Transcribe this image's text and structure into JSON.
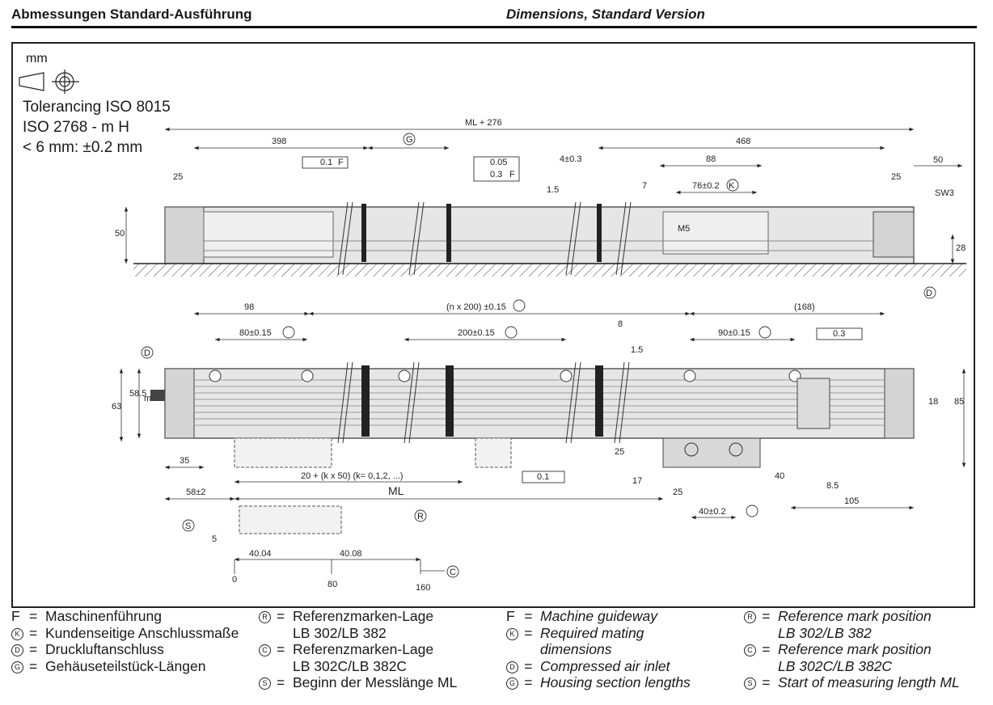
{
  "header": {
    "title_de": "Abmessungen Standard-Ausführung",
    "title_en": "Dimensions, Standard Version"
  },
  "tolerance": {
    "unit": "mm",
    "line1": "Tolerancing ISO 8015",
    "line2": "ISO 2768 - m H",
    "line3": "< 6 mm: ±0.2 mm"
  },
  "dims": {
    "ml276": "ML + 276",
    "d398": "398",
    "g": "G",
    "d468": "468",
    "d25a": "25",
    "d25b": "25",
    "d50r": "50",
    "d4": "4±0.3",
    "d88": "88",
    "d76": "76±0.2",
    "k": "K",
    "d7": "7",
    "d15a": "1.5",
    "sw3": "SW3",
    "d50l": "50",
    "d28": "28",
    "m5": "M5",
    "d": "D",
    "par01": "0.1",
    "flat005": "0.05",
    "par03": "0.3",
    "f": "F",
    "d98": "98",
    "n200": "(n x 200) ±0.15",
    "d168": "(168)",
    "d80": "80±0.15",
    "d200": "200±0.15",
    "d8": "8",
    "d90": "90±0.15",
    "par03b": "0.3",
    "d15b": "1.5",
    "d63": "63",
    "d585": "58.5",
    "d85": "85",
    "d18": "18",
    "d35": "35",
    "d20k": "20 + (k x 50)  (k= 0,1,2, ...)",
    "par01b": "0.1",
    "d25c": "25",
    "d17": "17",
    "d40": "40",
    "d85b": "8.5",
    "d58": "58±2",
    "ml": "ML",
    "d25d": "25",
    "d40b": "40±0.2",
    "d105": "105",
    "r": "R",
    "s": "S",
    "d5": "5",
    "d4004": "40.04",
    "d4008": "40.08",
    "c": "C",
    "t0": "0",
    "t80": "80",
    "t160": "160",
    "m": "m"
  },
  "legend": {
    "de": [
      {
        "key": "F",
        "text": "Maschinenführung"
      },
      {
        "key": "K",
        "circled": true,
        "text": "Kundenseitige Anschlussmaße"
      },
      {
        "key": "D",
        "circled": true,
        "text": "Druckluftanschluss"
      },
      {
        "key": "G",
        "circled": true,
        "text": "Gehäuseteilstück-Längen"
      }
    ],
    "de2": [
      {
        "key": "R",
        "text": "Referenzmarken-Lage",
        "cont": "LB 302/LB 382"
      },
      {
        "key": "C",
        "text": "Referenzmarken-Lage",
        "cont": "LB 302C/LB 382C"
      },
      {
        "key": "S",
        "text": "Beginn der Messlänge ML"
      }
    ],
    "en": [
      {
        "key": "F",
        "text": "Machine guideway"
      },
      {
        "key": "K",
        "text": "Required mating",
        "cont": "dimensions"
      },
      {
        "key": "D",
        "text": "Compressed air inlet"
      },
      {
        "key": "G",
        "text": "Housing section lengths"
      }
    ],
    "en2": [
      {
        "key": "R",
        "text": "Reference mark position",
        "cont": "LB 302/LB 382"
      },
      {
        "key": "C",
        "text": "Reference mark position",
        "cont": "LB 302C/LB 382C"
      },
      {
        "key": "S",
        "text": "Start of measuring length ML"
      }
    ],
    "eq": "="
  }
}
